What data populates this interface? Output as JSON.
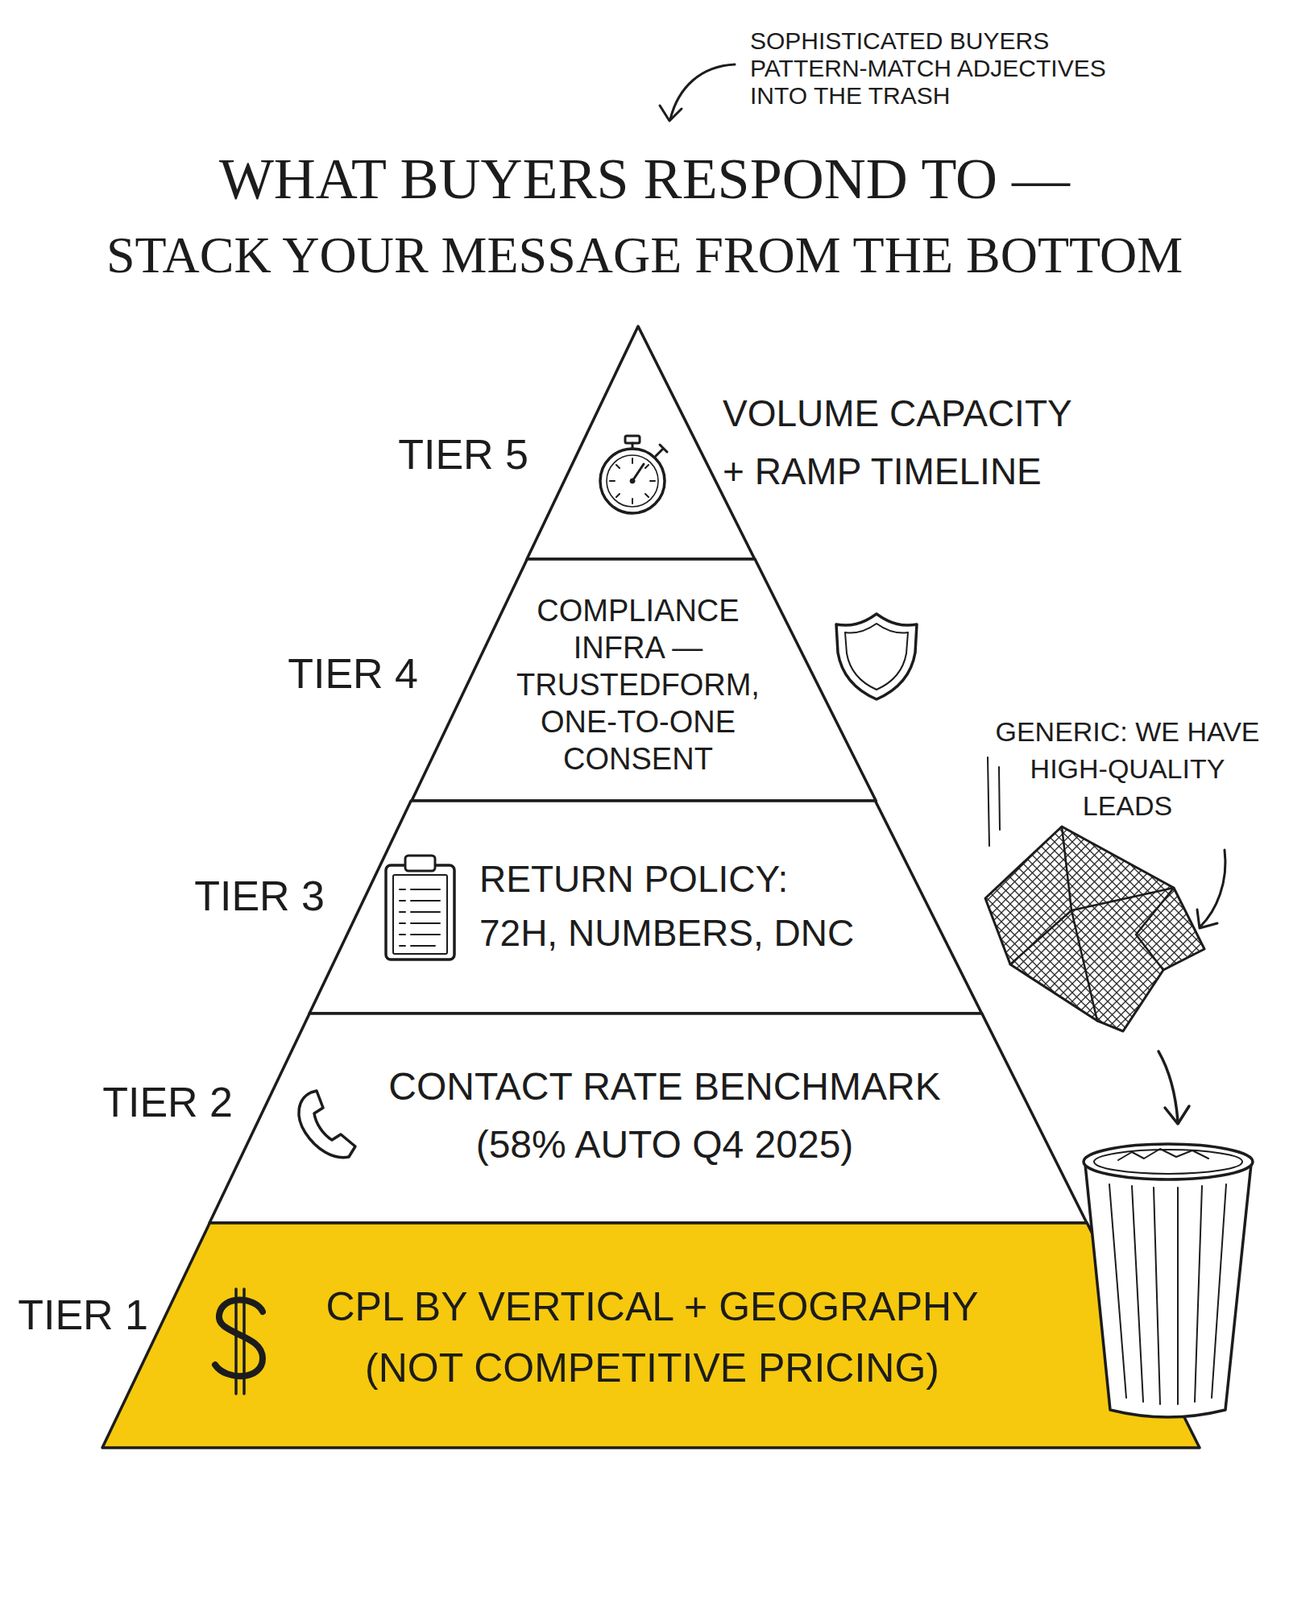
{
  "diagram": {
    "title": "WHAT BUYERS RESPOND TO —",
    "nodes": [
      {
        "text": [
          "TIER 5",
          "VOLUME CAPACITY + RAMP TIMELINE"
        ]
      },
      {
        "text": [
          "TIER 4",
          "COMPLIANCE INFRA — TRUSTEDFORM, ONE-TO-ONE CONSENT"
        ]
      },
      {
        "text": [
          "TIER 3",
          "RETURN POLICY: 72H, NUMBERS, DNC"
        ]
      },
      {
        "text": [
          "TIER 2",
          "CONTACT RATE BENCHMARK (58% AUTO Q4 2025)"
        ]
      },
      {
        "text": [
          "TIER 1",
          "CPL BY VERTICAL + GEOGRAPHY (NOT COMPETITIVE PRICING)"
        ]
      }
    ],
    "labels": [
      "SOPHISTICATED BUYERS PATTERN-MATCH ADJECTIVES INTO THE TRASH",
      "STACK YOUR MESSAGE FROM THE BOTTOM",
      "GENERIC: WE HAVE HIGH-QUALITY LEADS"
    ]
  }
}
